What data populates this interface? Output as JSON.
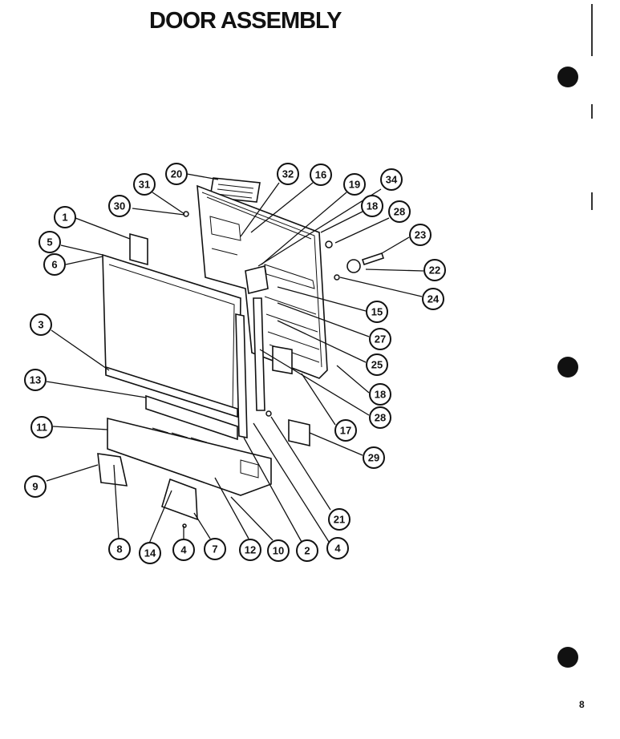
{
  "header": {
    "title": "DOOR ASSEMBLY"
  },
  "footer": {
    "page_number": "8"
  },
  "diagram": {
    "callouts": [
      {
        "id": "c20",
        "label": "20"
      },
      {
        "id": "c32",
        "label": "32"
      },
      {
        "id": "c16",
        "label": "16"
      },
      {
        "id": "c19",
        "label": "19"
      },
      {
        "id": "c34",
        "label": "34"
      },
      {
        "id": "c31",
        "label": "31"
      },
      {
        "id": "c30",
        "label": "30"
      },
      {
        "id": "c18a",
        "label": "18"
      },
      {
        "id": "c28a",
        "label": "28"
      },
      {
        "id": "c1",
        "label": "1"
      },
      {
        "id": "c23",
        "label": "23"
      },
      {
        "id": "c5",
        "label": "5"
      },
      {
        "id": "c6",
        "label": "6"
      },
      {
        "id": "c22",
        "label": "22"
      },
      {
        "id": "c24",
        "label": "24"
      },
      {
        "id": "c15",
        "label": "15"
      },
      {
        "id": "c3",
        "label": "3"
      },
      {
        "id": "c27",
        "label": "27"
      },
      {
        "id": "c25",
        "label": "25"
      },
      {
        "id": "c13",
        "label": "13"
      },
      {
        "id": "c18b",
        "label": "18"
      },
      {
        "id": "c28b",
        "label": "28"
      },
      {
        "id": "c11",
        "label": "11"
      },
      {
        "id": "c17",
        "label": "17"
      },
      {
        "id": "c29",
        "label": "29"
      },
      {
        "id": "c9",
        "label": "9"
      },
      {
        "id": "c21",
        "label": "21"
      },
      {
        "id": "c8",
        "label": "8"
      },
      {
        "id": "c14",
        "label": "14"
      },
      {
        "id": "c4a",
        "label": "4"
      },
      {
        "id": "c7",
        "label": "7"
      },
      {
        "id": "c12",
        "label": "12"
      },
      {
        "id": "c10",
        "label": "10"
      },
      {
        "id": "c2",
        "label": "2"
      },
      {
        "id": "c4b",
        "label": "4"
      }
    ]
  }
}
